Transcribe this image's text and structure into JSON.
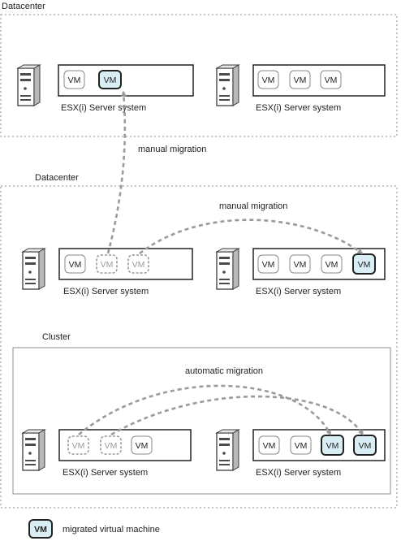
{
  "colors": {
    "migrated_fill": "#d8eef4",
    "frame_line": "#8c8c8c",
    "arrow": "#9a9a9a",
    "server_dark": "#3a3a3a"
  },
  "icons": {
    "server": "server-tower-icon"
  },
  "datacenter_top": {
    "title": "Datacenter",
    "hosts": [
      {
        "caption": "ESX(i) Server system",
        "vms": [
          "VM",
          "VM"
        ]
      },
      {
        "caption": "ESX(i) Server system",
        "vms": [
          "VM",
          "VM",
          "VM"
        ]
      }
    ]
  },
  "between_label": "manual migration",
  "datacenter_bottom": {
    "title": "Datacenter",
    "migration_label": "manual migration",
    "hosts": [
      {
        "caption": "ESX(i) Server system",
        "vms": [
          "VM",
          "VM",
          "VM"
        ]
      },
      {
        "caption": "ESX(i) Server system",
        "vms": [
          "VM",
          "VM",
          "VM",
          "VM"
        ]
      }
    ]
  },
  "cluster": {
    "title": "Cluster",
    "migration_label": "automatic migration",
    "hosts": [
      {
        "caption": "ESX(i) Server system",
        "vms": [
          "VM",
          "VM",
          "VM"
        ]
      },
      {
        "caption": "ESX(i) Server system",
        "vms": [
          "VM",
          "VM",
          "VM",
          "VM"
        ]
      }
    ]
  },
  "legend": {
    "badge": "VM",
    "text": "migrated virtual machine"
  }
}
